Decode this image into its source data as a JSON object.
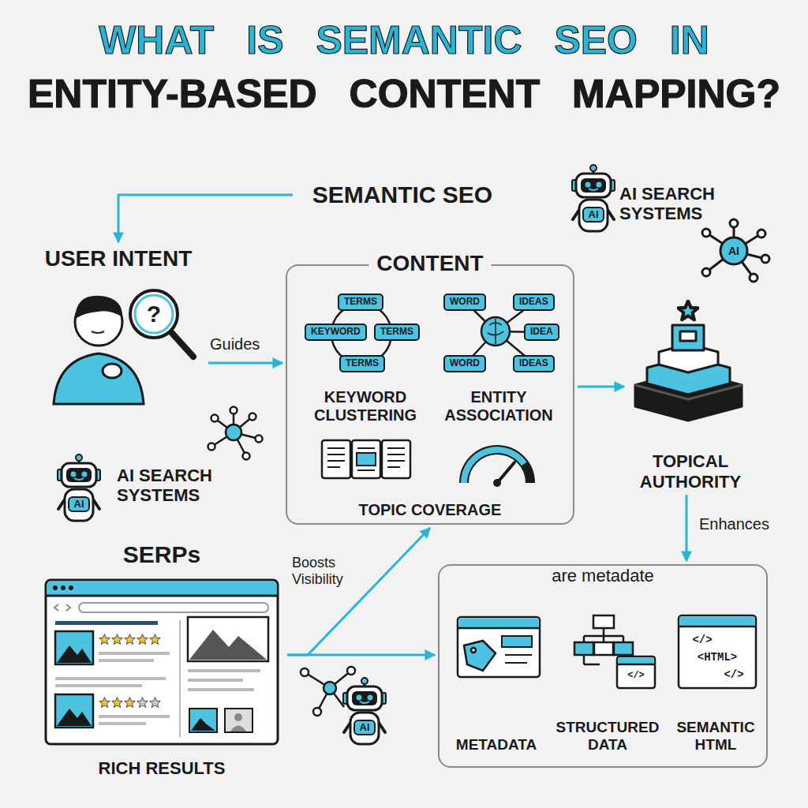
{
  "diagram": {
    "title": "WHAT IS SEMANTIC SEO IN ENTITY-BASED CONTENT MAPPING?",
    "nodes": [
      {
        "text": [
          "SEMANTIC SEO"
        ]
      },
      {
        "text": [
          "AI SEARCH SYSTEMS"
        ]
      },
      {
        "text": [
          "USER INTENT"
        ]
      },
      {
        "text": [
          "CONTENT"
        ]
      },
      {
        "text": [
          "KEYWORD CLUSTERING"
        ],
        "in": 3
      },
      {
        "text": [
          "TERMS"
        ],
        "in": 4
      },
      {
        "text": [
          "KEYWORD"
        ],
        "in": 4
      },
      {
        "text": [
          "TERMS"
        ],
        "in": 4
      },
      {
        "text": [
          "TERMS"
        ],
        "in": 4
      },
      {
        "text": [
          "ENTITY ASSOCIATION"
        ],
        "in": 3
      },
      {
        "text": [
          "WORD"
        ],
        "in": 9
      },
      {
        "text": [
          "IDEAS"
        ],
        "in": 9
      },
      {
        "text": [
          "IDEA"
        ],
        "in": 9
      },
      {
        "text": [
          "WORD"
        ],
        "in": 9
      },
      {
        "text": [
          "IDEAS"
        ],
        "in": 9
      },
      {
        "text": [
          "TOPIC COVERAGE"
        ],
        "in": 3
      },
      {
        "text": [
          "TOPICAL AUTHORITY"
        ]
      },
      {
        "text": [
          "AI SEARCH SYSTEMS"
        ]
      },
      {
        "text": [
          "SERPs",
          "RICH RESULTS"
        ]
      },
      {
        "text": [
          "are metadate"
        ]
      },
      {
        "text": [
          "METADATA"
        ],
        "in": 19
      },
      {
        "text": [
          "STRUCTURED DATA"
        ],
        "in": 19
      },
      {
        "text": [
          "SEMANTIC HTML"
        ],
        "in": 19
      }
    ],
    "edges": [
      {
        "from": 0,
        "to": 2,
        "arrow": "to"
      },
      {
        "from": 2,
        "to": 3,
        "label": "Guides",
        "arrow": "to"
      },
      {
        "from": 3,
        "to": 16,
        "arrow": "to"
      },
      {
        "from": 16,
        "to": 19,
        "label": "Enhances",
        "arrow": "to"
      },
      {
        "from": 18,
        "to": 3,
        "label": "Boosts Visibility",
        "arrow": "to"
      },
      {
        "from": 18,
        "to": 19,
        "arrow": "to"
      }
    ],
    "labels": [
      "?",
      "AI",
      "AI",
      "AI",
      "AI",
      "</>",
      "</>",
      "<HTML>",
      "</>"
    ]
  }
}
